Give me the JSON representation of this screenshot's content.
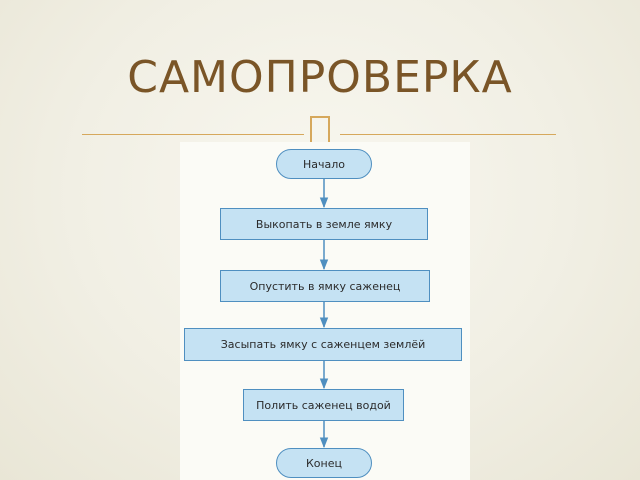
{
  "slide": {
    "title": "САМОПРОВЕРКА"
  },
  "flowchart": {
    "nodes": [
      {
        "id": "start",
        "shape": "terminal",
        "label": "Начало"
      },
      {
        "id": "step1",
        "shape": "process",
        "label": "Выкопать в земле ямку"
      },
      {
        "id": "step2",
        "shape": "process",
        "label": "Опустить в ямку саженец"
      },
      {
        "id": "step3",
        "shape": "process",
        "label": "Засыпать ямку с саженцем землёй"
      },
      {
        "id": "step4",
        "shape": "process",
        "label": "Полить саженец водой"
      },
      {
        "id": "end",
        "shape": "terminal",
        "label": "Конец"
      }
    ],
    "edges": [
      {
        "from": "start",
        "to": "step1"
      },
      {
        "from": "step1",
        "to": "step2"
      },
      {
        "from": "step2",
        "to": "step3"
      },
      {
        "from": "step3",
        "to": "step4"
      },
      {
        "from": "step4",
        "to": "end"
      }
    ]
  },
  "colors": {
    "title": "#7a5527",
    "accent_rule": "#d6a85c",
    "node_fill": "#c5e2f3",
    "node_border": "#4f8fc0",
    "arrow": "#4f8fc0"
  }
}
